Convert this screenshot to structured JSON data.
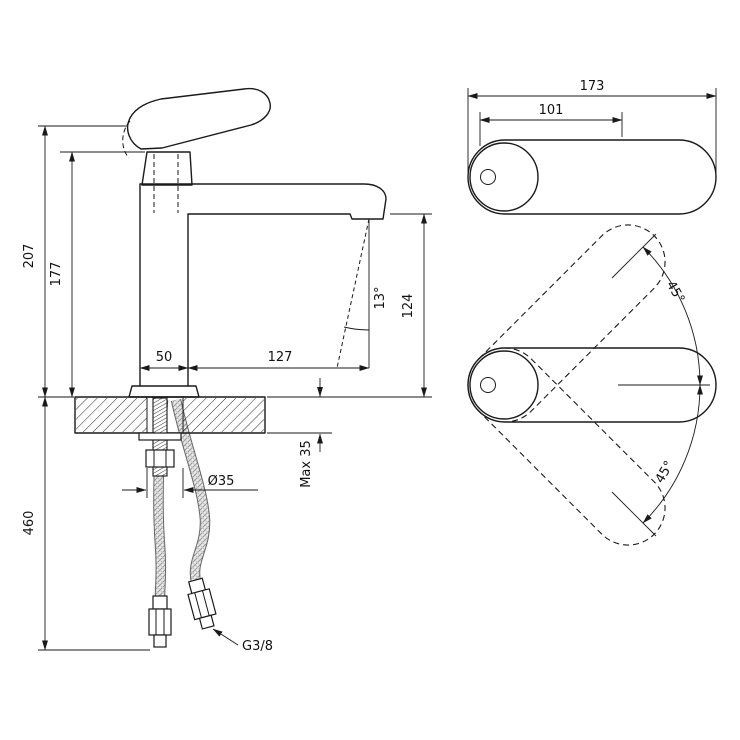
{
  "colors": {
    "ink": "#1a1a1a",
    "background": "#ffffff"
  },
  "front_view": {
    "height_total": "207",
    "height_to_spout": "177",
    "body_width": "50",
    "spout_reach": "127",
    "spout_height": "124",
    "stream_angle": "13°",
    "max_deck_thickness": "Max 35",
    "hole_diameter": "Ø35",
    "hose_length": "460",
    "thread_size": "G3/8"
  },
  "top_view": {
    "total_length": "173",
    "lever_length": "101"
  },
  "swivel_view": {
    "swivel_up": "45°",
    "swivel_down": "45°"
  }
}
